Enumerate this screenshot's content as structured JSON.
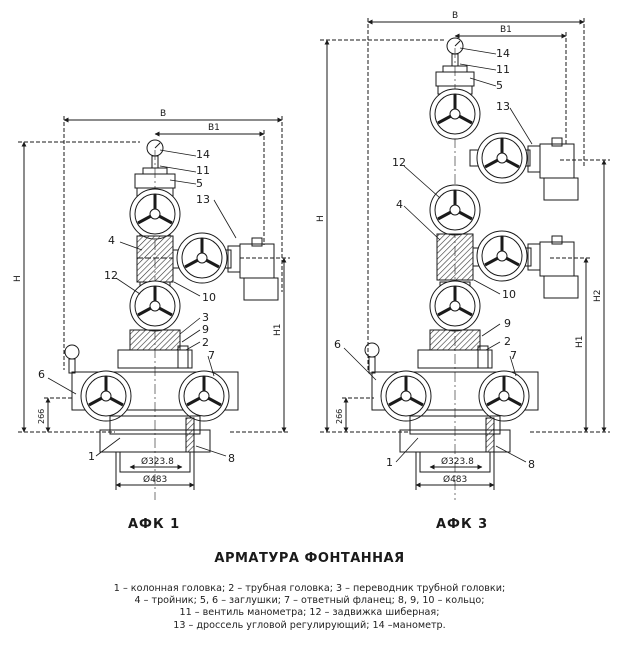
{
  "drawing": {
    "assemblies": [
      {
        "caption": "АФК 1",
        "dims": {
          "B": "B",
          "B1": "B1",
          "H": "H",
          "H1": "H1",
          "d1": "Ø323.8",
          "d2": "Ø483",
          "h266": "266"
        },
        "callouts": [
          "14",
          "11",
          "5",
          "13",
          "4",
          "12",
          "10",
          "3",
          "9",
          "2",
          "7",
          "6",
          "1",
          "8"
        ]
      },
      {
        "caption": "АФК 3",
        "dims": {
          "B": "B",
          "B1": "B1",
          "H": "H",
          "H1": "H1",
          "H2": "H2",
          "d1": "Ø323.8",
          "d2": "Ø483",
          "h266": "266"
        },
        "callouts": [
          "14",
          "11",
          "5",
          "13",
          "12",
          "4",
          "10",
          "9",
          "2",
          "7",
          "6",
          "1",
          "8"
        ]
      }
    ]
  },
  "title": "АРМАТУРА ФОНТАННАЯ",
  "legend": [
    "1 – колонная головка; 2 – трубная головка; 3 – переводник трубной головки;",
    "4 – тройник; 5, 6 – заглушки; 7 – ответный фланец; 8, 9, 10 – кольцо;",
    "11 – вентиль манометра; 12 – задвижка шиберная;",
    "13 – дроссель угловой регулирующий; 14 –манометр."
  ]
}
